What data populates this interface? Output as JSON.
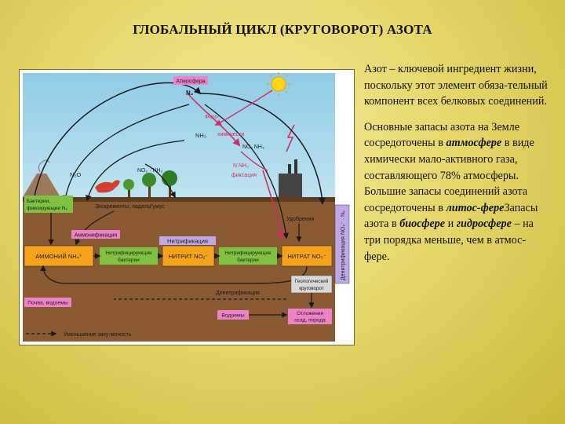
{
  "title": "ГЛОБАЛЬНЫЙ ЦИКЛ (КРУГОВОРОТ) АЗОТА",
  "text": {
    "p1": "Азот – ключевой ингредиент жизни, поскольку этот элемент обяза-тельный компонент всех белковых соединений.",
    "p2_a": "Основные запасы азота на Земле сосредоточены в ",
    "p2_b": "атмосфере",
    "p2_c": " в виде химически мало-активного газа, составляющего 78% атмосферы. Большие запасы соединений азота сосредоточены в ",
    "p2_d": "литос-фере",
    "p2_e": "Запасы азота в ",
    "p2_f": "биосфере",
    "p2_g": " и ",
    "p2_h": "гидросфере",
    "p2_i": " – на три порядка меньше, чем в атмос-фере."
  },
  "diagram": {
    "atmosphere": "Атмосфера",
    "n2": "N₂",
    "photochem_1": "Фото-",
    "photochem_2": "химически",
    "nh3": "NH₃",
    "no_nh3": "NOₓ  NH₃",
    "n_nh3": "N  NH₃",
    "fixation": "фиксация",
    "n2o": "N₂O",
    "no2_nh2": "NO₂ · NH₂",
    "bacteria_fix_1": "Бактерии,",
    "bacteria_fix_2": "фиксирующие N₂",
    "excrement": "Экскременты, падаль",
    "humus": "Гумус",
    "fertilizer": "Удобрения",
    "ammonification": "Аммонификация",
    "nitrification": "Нитрификация",
    "ammonium": "АММОНИЙ NH₄⁺",
    "nitrifying_1": "Нитрифицирующие",
    "nitrifying_2": "бактерии",
    "nitrite": "НИТРИТ NO₂⁻",
    "nitrate": "НИТРАТ NO₃⁻",
    "denitrification": "Денитрификация",
    "denitrification_side": "Денитрификация NO₂⁻ · N₂",
    "geologic_1": "Геологический",
    "geologic_2": "круговорот",
    "soil": "Почва, водоемы",
    "water": "Водоемы",
    "sediment_1": "Отложения",
    "sediment_2": "осад. порода",
    "legend": "Уменьшение заку-моность"
  },
  "colors": {
    "sky": "#a8d8ea",
    "soil": "#8a5a32",
    "label_pink": "#ee82c8",
    "label_orange": "#f7a21b",
    "label_green": "#7fc241",
    "arrow_red": "#d0305f",
    "nitrification_bg": "#c0a8e8"
  }
}
